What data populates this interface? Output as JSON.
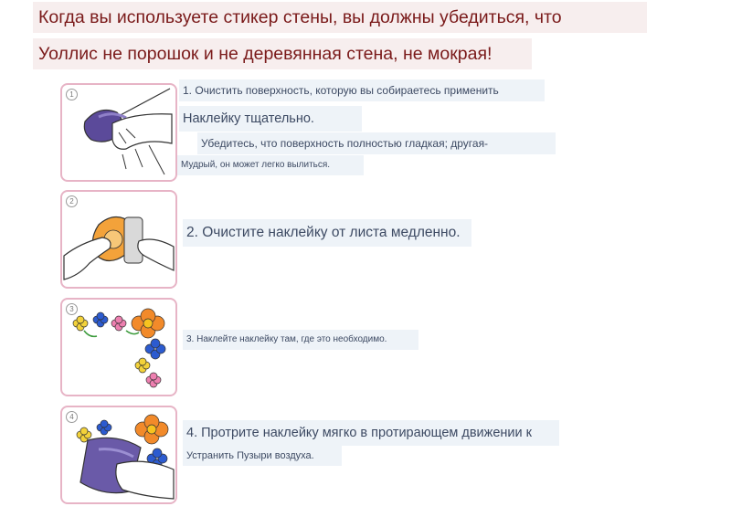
{
  "header": {
    "line1": "Когда вы используете стикер стены, вы должны убедиться, что",
    "line2": "Уоллис не порошок и не деревянная стена, не мокрая!"
  },
  "steps": [
    {
      "number": "1",
      "lines": [
        "1. Очистить поверхность, которую вы собираетесь применить",
        "Наклейку тщательно.",
        "Убедитесь, что поверхность полностью гладкая; другая-",
        "Мудрый, он может легко вылиться."
      ]
    },
    {
      "number": "2",
      "lines": [
        "2. Очистите наклейку от листа медленно."
      ]
    },
    {
      "number": "3",
      "lines": [
        "3. Наклейте наклейку там, где это необходимо."
      ]
    },
    {
      "number": "4",
      "lines": [
        "4. Протрите наклейку мягко в протирающем движении к",
        "Устранить Пузыри воздуха."
      ]
    }
  ],
  "colors": {
    "header_text": "#7a1a1a",
    "header_bg": "#f7eeee",
    "panel_border": "#e7b4c6",
    "step_text": "#3d4a63",
    "step_bg": "#eef3f8"
  }
}
